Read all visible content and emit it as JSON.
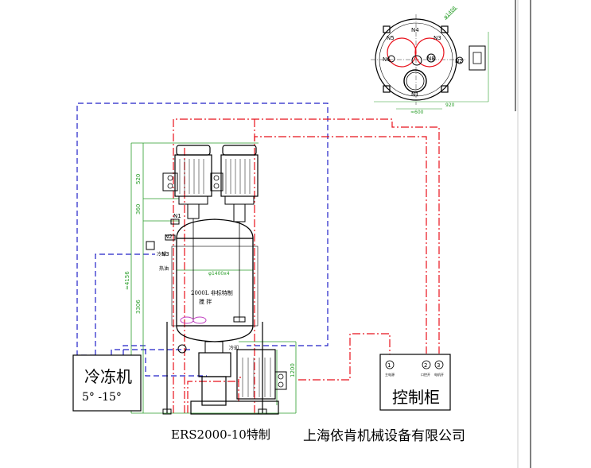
{
  "title_left": "ERS2000-10特制",
  "title_right": "上海依肯机械设备有限公司",
  "chiller": {
    "name": "冷冻机",
    "temp": "5° -15°"
  },
  "control_cabinet": {
    "name": "控制柜",
    "terminals": [
      "1",
      "2",
      "3"
    ],
    "terminal_labels": [
      "主电源",
      "口控开",
      "电机开"
    ]
  },
  "tank": {
    "label": "2000L 非标特制",
    "sub_label": "搅 拌",
    "diameter": "φ1400x4",
    "inlet_label": "冷却",
    "outlet_label": "热油"
  },
  "nozzles": [
    "N1",
    "N2",
    "N3"
  ],
  "pump_label": "冷却",
  "dimensions": {
    "d1": "520",
    "d2": "360",
    "d3": "3306",
    "d4": "≈4156",
    "d5": "1200"
  },
  "top_view": {
    "nozzles": [
      "N4",
      "N5",
      "N3",
      "N6",
      "N8",
      "N2",
      "N1"
    ],
    "dim_diameter": "φ1408",
    "dim_bottom1": "920",
    "dim_bottom2": "≈600"
  },
  "colors": {
    "red": "#e8101a",
    "blue": "#2020c8",
    "green": "#2a9e2a",
    "gray": "#666666"
  }
}
